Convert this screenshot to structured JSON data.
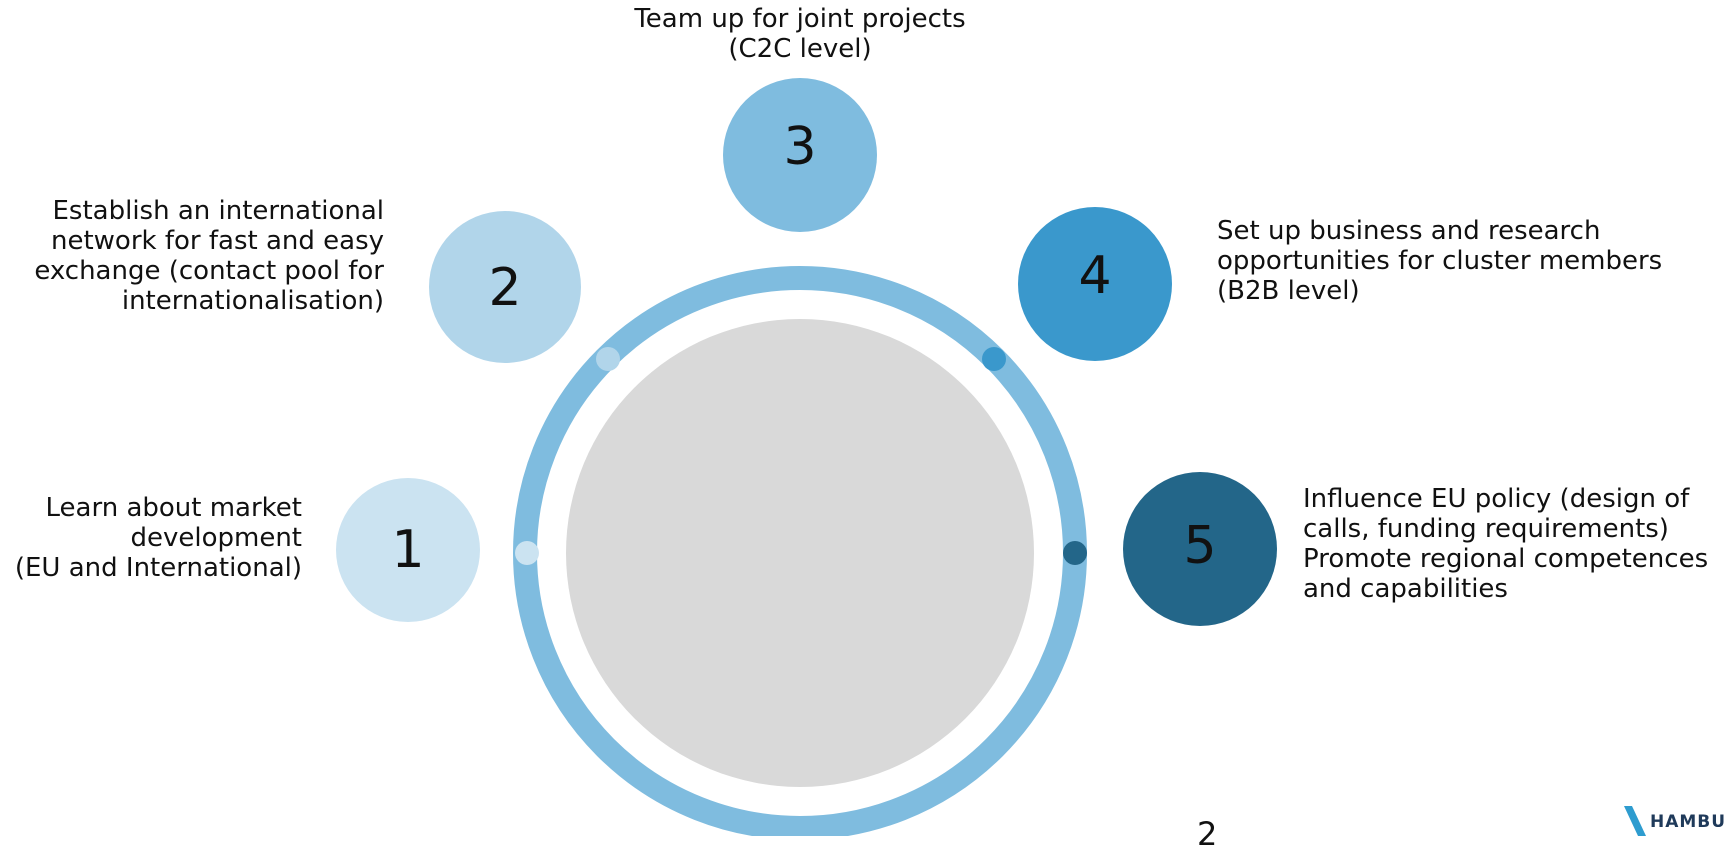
{
  "steps": [
    {
      "number": "1",
      "lines": [
        "Learn about market",
        "development",
        "(EU and International)"
      ],
      "color": "#cbe3f1"
    },
    {
      "number": "2",
      "lines": [
        "Establish an international",
        "network for fast and easy",
        "exchange (contact pool for",
        "internationalisation)"
      ],
      "color": "#b1d5ea"
    },
    {
      "number": "3",
      "lines": [
        "Team up for joint projects",
        "(C2C level)"
      ],
      "color": "#7fbcdf"
    },
    {
      "number": "4",
      "lines": [
        "Set up business and research",
        "opportunities for cluster members",
        "(B2B level)"
      ],
      "color": "#3a98cc"
    },
    {
      "number": "5",
      "lines": [
        "Influence EU policy (design of",
        "calls, funding requirements)",
        "Promote regional competences",
        "and capabilities"
      ],
      "color": "#236689"
    }
  ],
  "ring_color": "#7fbcdf",
  "center_color": "#d9d9d9",
  "page_number": "2",
  "logo": {
    "text": "HAMBUR",
    "color": "#2e9ccf"
  }
}
